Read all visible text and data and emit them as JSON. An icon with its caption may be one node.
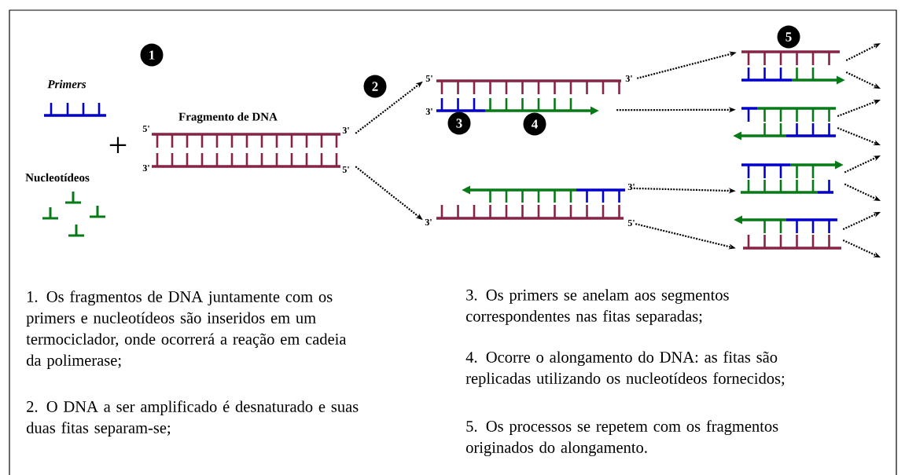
{
  "diagram": {
    "nodes": [
      {
        "text": [
          "Fragmento de DNA",
          "5'",
          "3'",
          "3'",
          "5'"
        ]
      },
      {
        "text": [
          "5'",
          "3'",
          "3'"
        ]
      },
      {
        "text": [
          "3'",
          "3'",
          "5'"
        ]
      },
      {
        "text": [],
        "shape": "picture"
      },
      {
        "text": [],
        "shape": "picture"
      },
      {
        "text": [],
        "shape": "picture"
      },
      {
        "text": [],
        "shape": "picture"
      }
    ],
    "edges": [
      {
        "from": 0,
        "to": 1,
        "arrow": "to"
      },
      {
        "from": 0,
        "to": 2,
        "arrow": "to"
      },
      {
        "from": 1,
        "to": 3,
        "arrow": "to"
      },
      {
        "from": 1,
        "to": 4,
        "arrow": "to"
      },
      {
        "from": 2,
        "to": 5,
        "arrow": "to"
      },
      {
        "from": 2,
        "to": 6,
        "arrow": "to"
      },
      {
        "from": 3,
        "to": null,
        "arrow": "to"
      },
      {
        "from": 3,
        "to": null,
        "arrow": "to"
      },
      {
        "from": 4,
        "to": null,
        "arrow": "to"
      },
      {
        "from": 4,
        "to": null,
        "arrow": "to"
      },
      {
        "from": 5,
        "to": null,
        "arrow": "to"
      },
      {
        "from": 5,
        "to": null,
        "arrow": "to"
      },
      {
        "from": 6,
        "to": null,
        "arrow": "to"
      },
      {
        "from": 6,
        "to": null,
        "arrow": "to"
      }
    ],
    "labels": [
      "1",
      "5",
      "2",
      "Primers",
      "+",
      "Nucleotídeos",
      "3",
      "4",
      "1. Os fragmentos de DNA juntamente com os primers e nucleotídeos são inseridos em um termociclador, onde ocorrerá a reação em cadeia da polimerase;",
      "2. O DNA a ser amplificado é desnaturado e suas duas fitas separam-se;",
      "3. Os primers se anelam aos segmentos correspondentes nas fitas separadas;",
      "4. Ocorre o alongamento do DNA: as fitas são replicadas utilizando os nucleotídeos fornecidos;",
      "5. Os processos se repetem com os fragmentos originados do alongamento."
    ]
  }
}
